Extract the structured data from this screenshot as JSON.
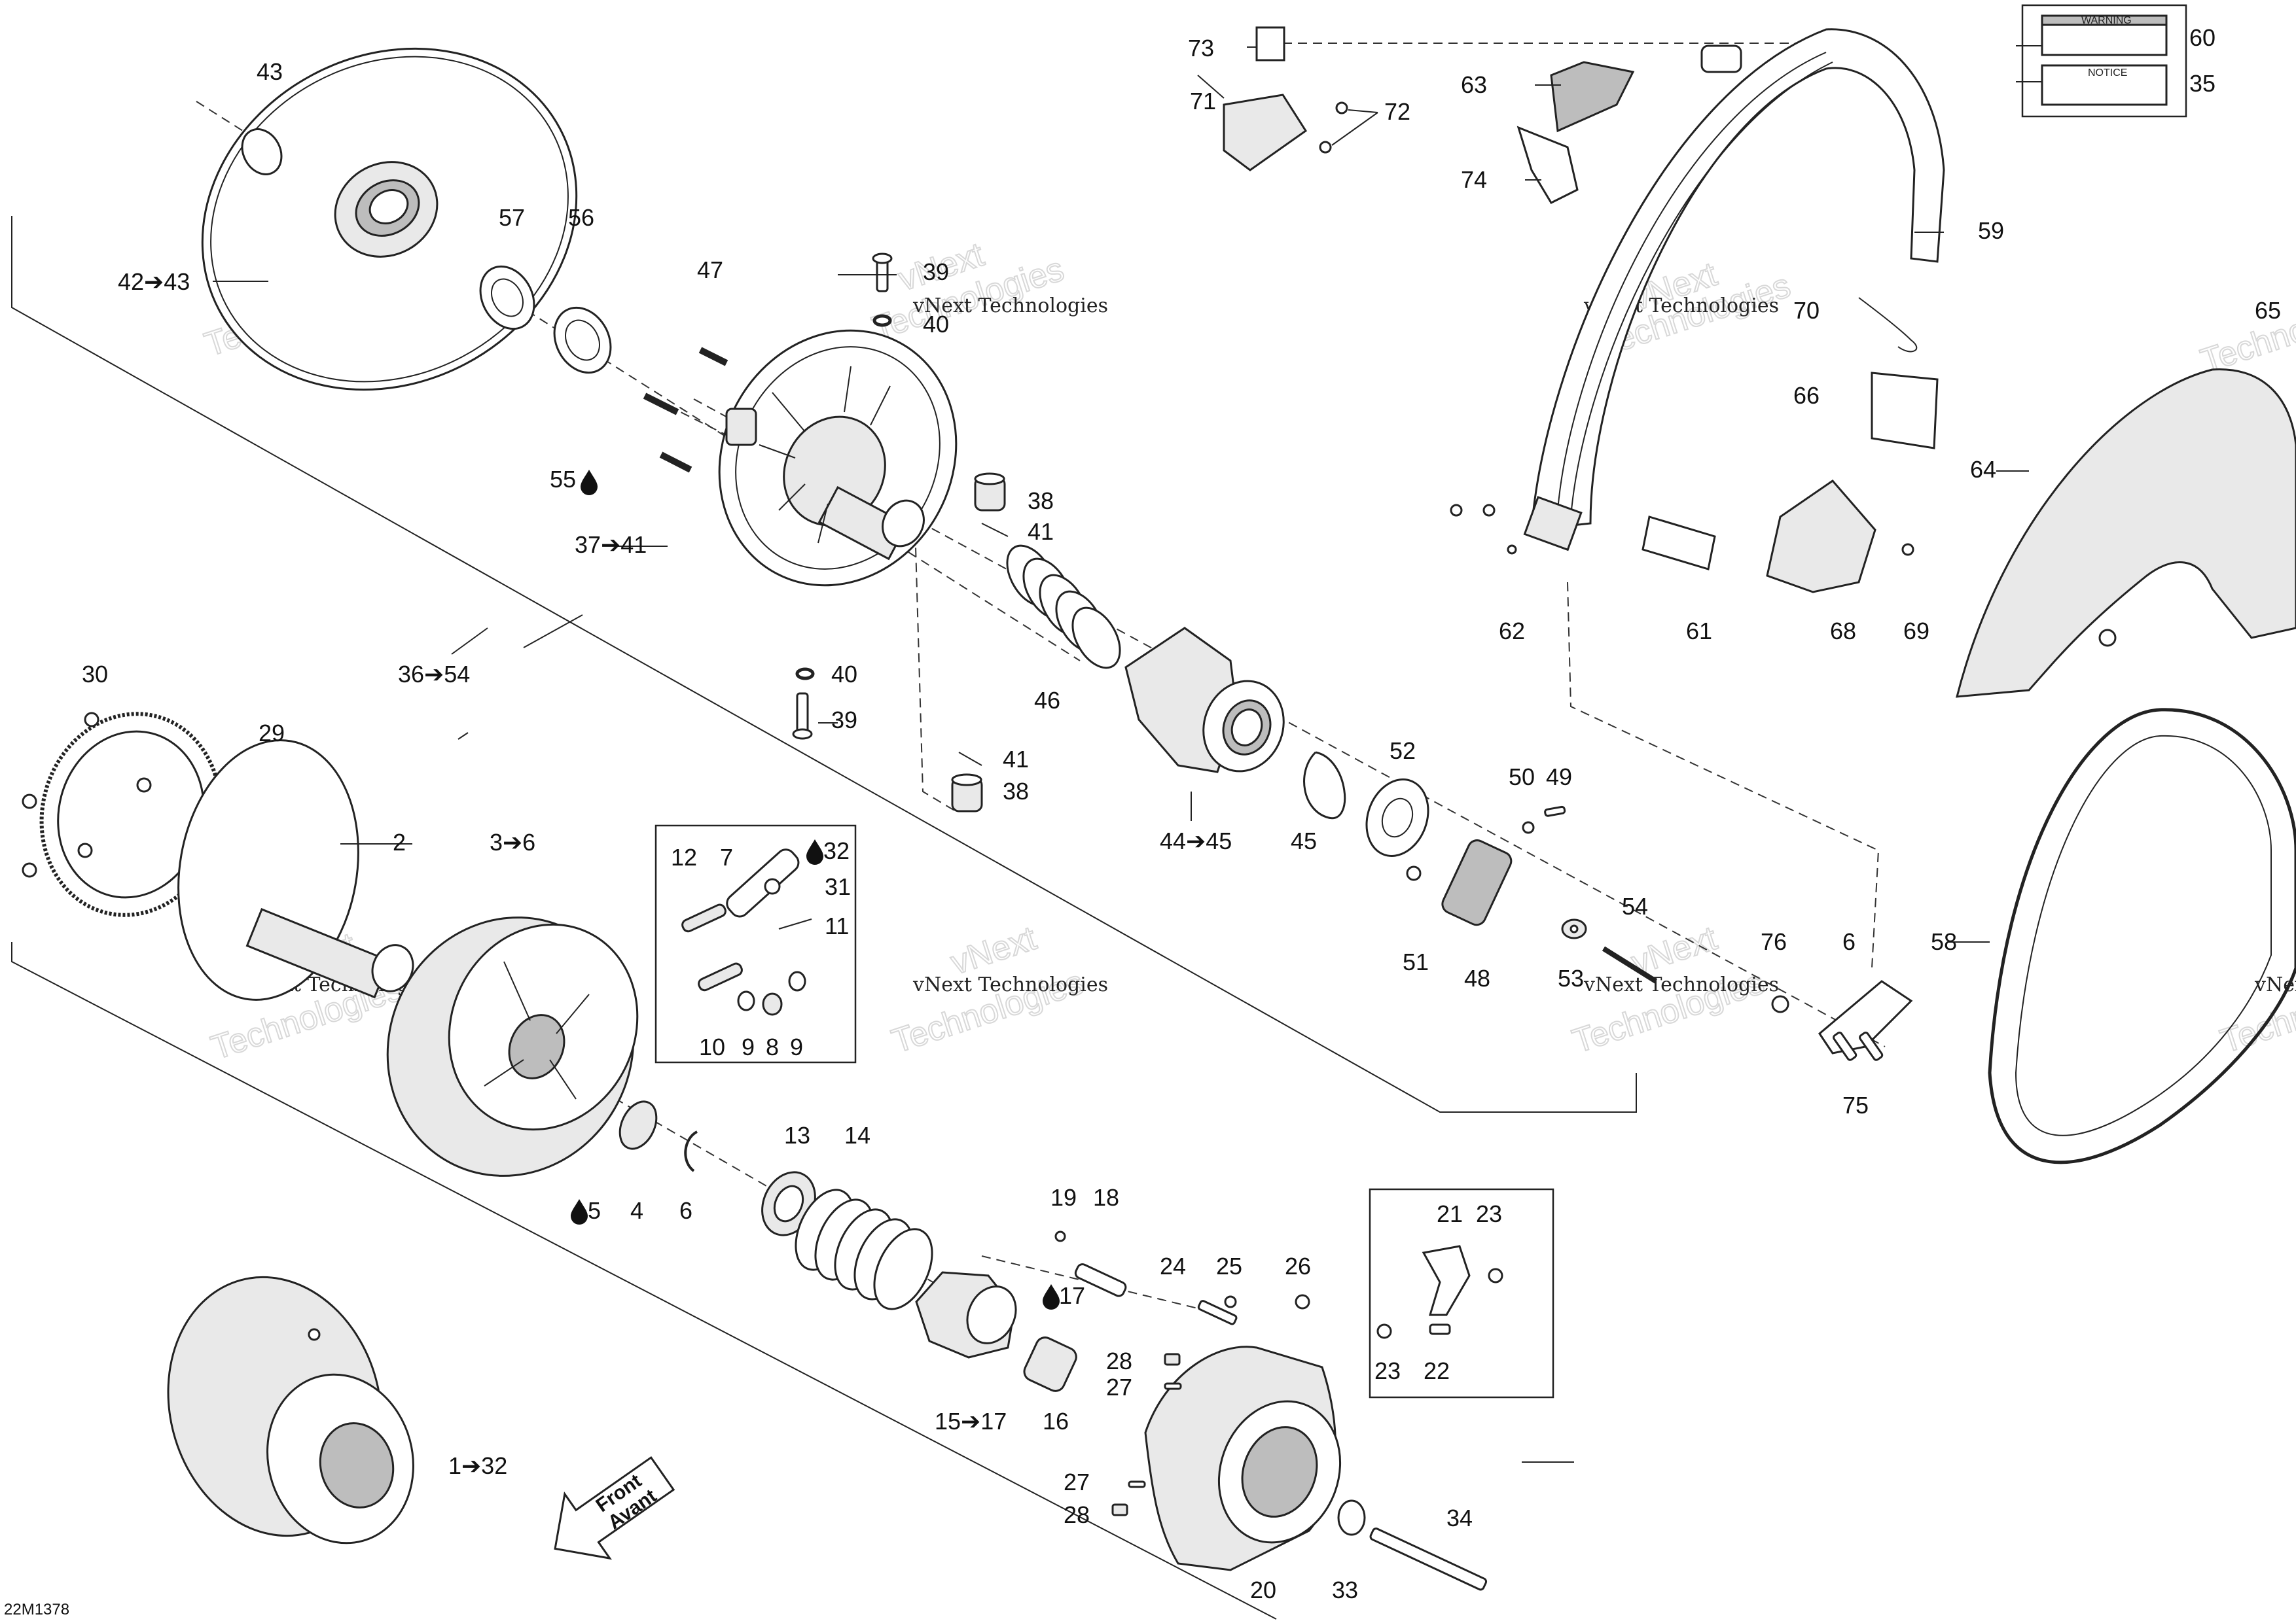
{
  "figure_code": "22M1378",
  "watermark": {
    "small": "vNext Technologies",
    "big": "vNext",
    "big2": "Technologies"
  },
  "front_arrow": {
    "line1": "Front",
    "line2": "Avant"
  },
  "decal": {
    "warning_title": "WARNING",
    "notice_title": "NOTICE"
  },
  "callouts": {
    "c1_32": "1➔32",
    "c2": "2",
    "c3_6": "3➔6",
    "c4": "4",
    "c5": "5",
    "c6a": "6",
    "c6b": "6",
    "c7": "7",
    "c8": "8",
    "c9a": "9",
    "c9b": "9",
    "c10": "10",
    "c11": "11",
    "c12": "12",
    "c13": "13",
    "c14": "14",
    "c15_17": "15➔17",
    "c16": "16",
    "c17": "17",
    "c18": "18",
    "c19": "19",
    "c20": "20",
    "c21": "21",
    "c22": "22",
    "c23a": "23",
    "c23b": "23",
    "c24": "24",
    "c25": "25",
    "c26": "26",
    "c27a": "27",
    "c27b": "27",
    "c28a": "28",
    "c28b": "28",
    "c29": "29",
    "c30": "30",
    "c31": "31",
    "c32": "32",
    "c33": "33",
    "c34": "34",
    "c35": "35",
    "c36_54": "36➔54",
    "c37_41": "37➔41",
    "c38a": "38",
    "c38b": "38",
    "c39a": "39",
    "c39b": "39",
    "c40a": "40",
    "c40b": "40",
    "c41a": "41",
    "c41b": "41",
    "c42_43": "42➔43",
    "c43": "43",
    "c44_45": "44➔45",
    "c45": "45",
    "c46": "46",
    "c47": "47",
    "c48": "48",
    "c49": "49",
    "c50": "50",
    "c51": "51",
    "c52": "52",
    "c53": "53",
    "c54": "54",
    "c55": "55",
    "c56": "56",
    "c57": "57",
    "c58": "58",
    "c59": "59",
    "c60": "60",
    "c61": "61",
    "c62": "62",
    "c63": "63",
    "c64": "64",
    "c65": "65",
    "c66": "66",
    "c68": "68",
    "c69": "69",
    "c70": "70",
    "c71": "71",
    "c72": "72",
    "c73": "73",
    "c74": "74",
    "c75": "75",
    "c76": "76"
  },
  "icons": {
    "lubricant": "oil-drop-icon",
    "range_arrow": "right-arrow-glyph"
  }
}
